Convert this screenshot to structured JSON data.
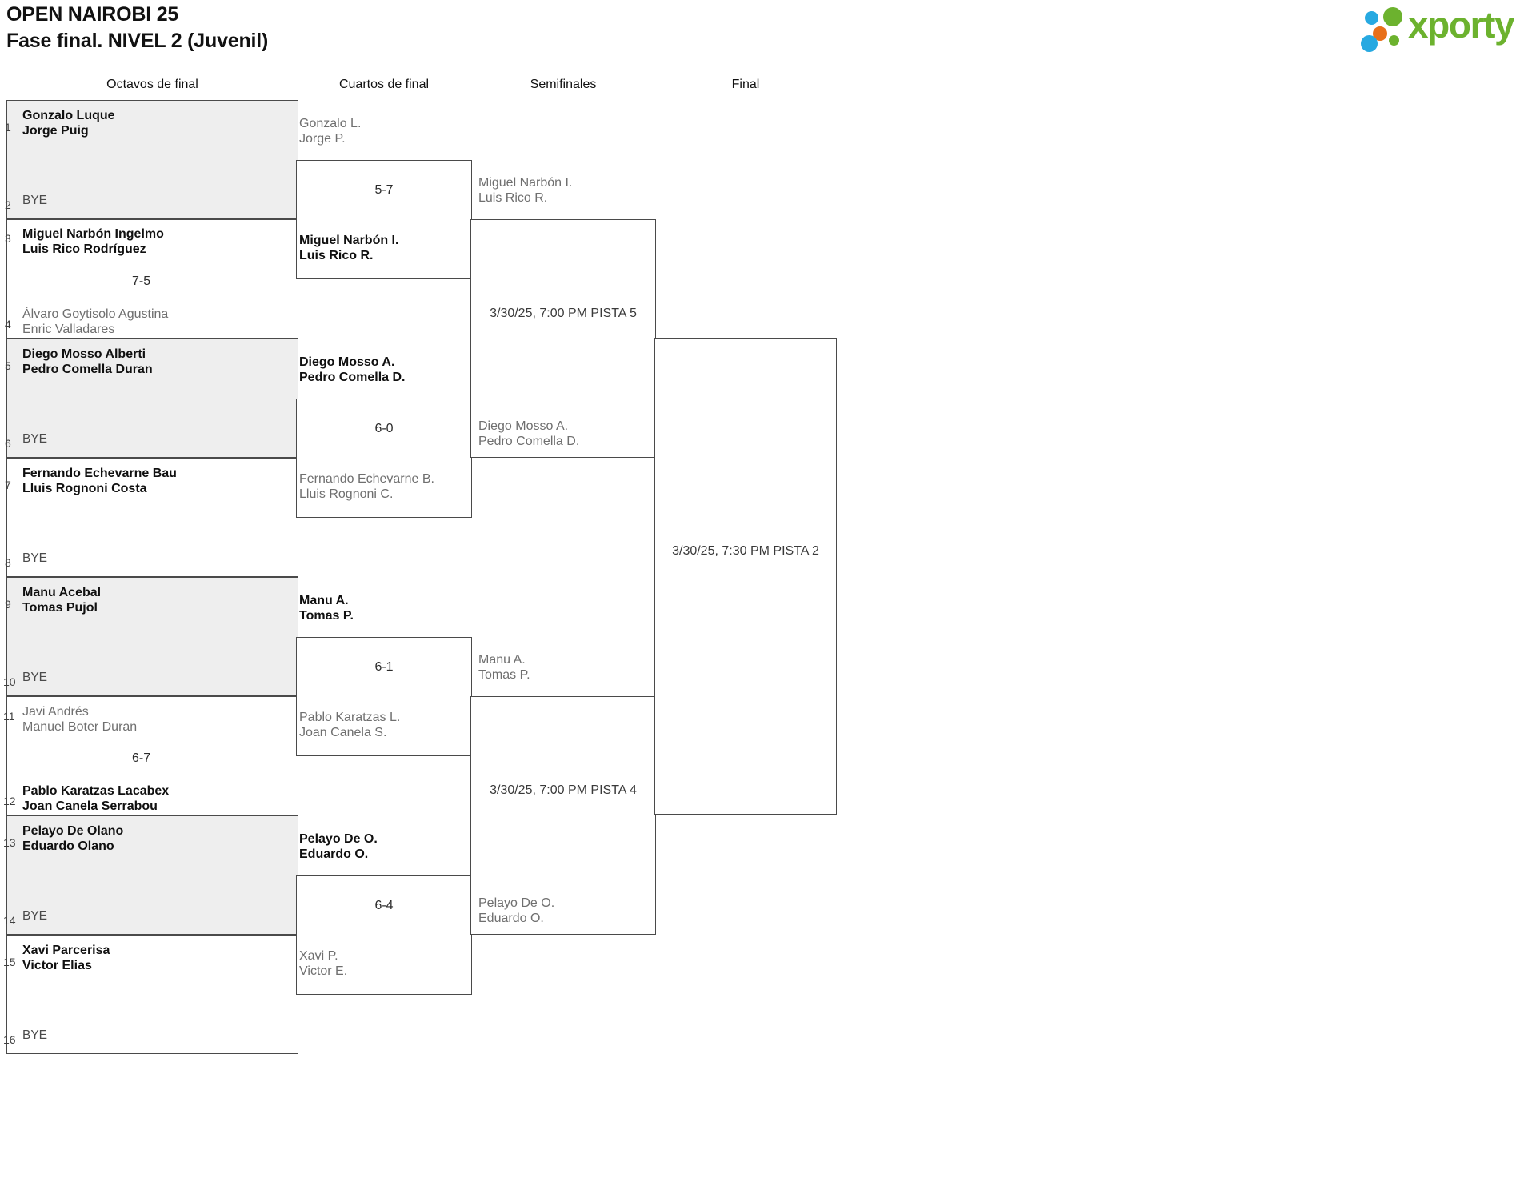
{
  "header": {
    "tournament": "OPEN NAIROBI 25",
    "phase": "Fase final. NIVEL 2 (Juvenil)",
    "logo_text": "xporty",
    "logo_colors": {
      "green": "#6cb22e",
      "blue": "#27a9e1",
      "orange": "#e8701a"
    }
  },
  "rounds": [
    {
      "label": "Octavos de final"
    },
    {
      "label": "Cuartos de final"
    },
    {
      "label": "Semifinales"
    },
    {
      "label": "Final"
    }
  ],
  "round1": {
    "matches": [
      {
        "shaded": true,
        "score": "",
        "top": {
          "seed": "1",
          "line1": "Gonzalo Luque",
          "line2": "Jorge Puig",
          "state": "winner"
        },
        "bottom": {
          "seed": "2",
          "line1": "BYE",
          "line2": "",
          "state": "bye"
        }
      },
      {
        "shaded": false,
        "score": "7-5",
        "top": {
          "seed": "3",
          "line1": "Miguel Narbón Ingelmo",
          "line2": "Luis Rico Rodríguez",
          "state": "winner"
        },
        "bottom": {
          "seed": "4",
          "line1": "Álvaro Goytisolo Agustina",
          "line2": "Enric Valladares",
          "state": "loser"
        }
      },
      {
        "shaded": true,
        "score": "",
        "top": {
          "seed": "5",
          "line1": "Diego Mosso Alberti",
          "line2": "Pedro Comella Duran",
          "state": "winner"
        },
        "bottom": {
          "seed": "6",
          "line1": "BYE",
          "line2": "",
          "state": "bye"
        }
      },
      {
        "shaded": false,
        "score": "",
        "top": {
          "seed": "7",
          "line1": "Fernando Echevarne Bau",
          "line2": "Lluis Rognoni Costa",
          "state": "winner"
        },
        "bottom": {
          "seed": "8",
          "line1": "BYE",
          "line2": "",
          "state": "bye"
        }
      },
      {
        "shaded": true,
        "score": "",
        "top": {
          "seed": "9",
          "line1": "Manu Acebal",
          "line2": "Tomas Pujol",
          "state": "winner"
        },
        "bottom": {
          "seed": "10",
          "line1": "BYE",
          "line2": "",
          "state": "bye"
        }
      },
      {
        "shaded": false,
        "score": "6-7",
        "top": {
          "seed": "11",
          "line1": "Javi Andrés",
          "line2": "Manuel Boter Duran",
          "state": "loser"
        },
        "bottom": {
          "seed": "12",
          "line1": "Pablo Karatzas Lacabex",
          "line2": "Joan Canela Serrabou",
          "state": "winner"
        }
      },
      {
        "shaded": true,
        "score": "",
        "top": {
          "seed": "13",
          "line1": "Pelayo De Olano",
          "line2": "Eduardo Olano",
          "state": "winner"
        },
        "bottom": {
          "seed": "14",
          "line1": "BYE",
          "line2": "",
          "state": "bye"
        }
      },
      {
        "shaded": false,
        "score": "",
        "top": {
          "seed": "15",
          "line1": "Xavi Parcerisa",
          "line2": "Victor Elias",
          "state": "winner"
        },
        "bottom": {
          "seed": "16",
          "line1": "BYE",
          "line2": "",
          "state": "bye"
        }
      }
    ]
  },
  "round2": {
    "matches": [
      {
        "score": "5-7",
        "top": {
          "line1": "Gonzalo L.",
          "line2": "Jorge P.",
          "state": "loser"
        },
        "bottom": {
          "line1": "Miguel Narbón I.",
          "line2": "Luis Rico R.",
          "state": "winner"
        }
      },
      {
        "score": "6-0",
        "top": {
          "line1": "Diego Mosso A.",
          "line2": "Pedro Comella D.",
          "state": "winner"
        },
        "bottom": {
          "line1": "Fernando Echevarne B.",
          "line2": "Lluis Rognoni C.",
          "state": "loser"
        }
      },
      {
        "score": "6-1",
        "top": {
          "line1": "Manu A.",
          "line2": "Tomas P.",
          "state": "winner"
        },
        "bottom": {
          "line1": "Pablo Karatzas L.",
          "line2": "Joan Canela S.",
          "state": "loser"
        }
      },
      {
        "score": "6-4",
        "top": {
          "line1": "Pelayo De O.",
          "line2": "Eduardo O.",
          "state": "winner"
        },
        "bottom": {
          "line1": "Xavi P.",
          "line2": "Victor E.",
          "state": "loser"
        }
      }
    ]
  },
  "round3": {
    "matches": [
      {
        "meta": "3/30/25, 7:00 PM PISTA 5",
        "top": {
          "line1": "Miguel Narbón I.",
          "line2": "Luis Rico R."
        },
        "bottom": {
          "line1": "Diego Mosso A.",
          "line2": "Pedro Comella D."
        }
      },
      {
        "meta": "3/30/25, 7:00 PM PISTA 4",
        "top": {
          "line1": "Manu A.",
          "line2": "Tomas P."
        },
        "bottom": {
          "line1": "Pelayo De O.",
          "line2": "Eduardo O."
        }
      }
    ]
  },
  "round4": {
    "matches": [
      {
        "meta": "3/30/25, 7:30 PM PISTA 2"
      }
    ]
  }
}
